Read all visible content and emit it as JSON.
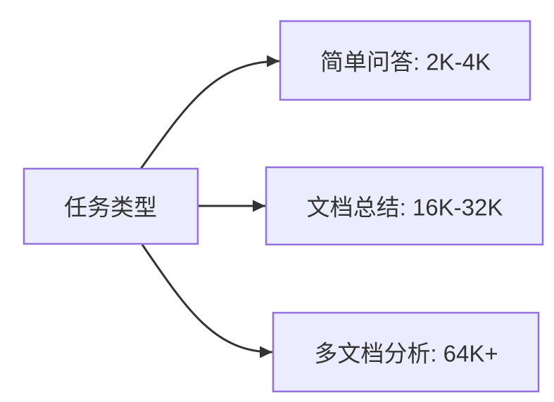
{
  "diagram": {
    "type": "flowchart-left-to-right",
    "root": {
      "label": "任务类型"
    },
    "branches": [
      {
        "id": "simple-qa",
        "label": "简单问答: 2K-4K"
      },
      {
        "id": "doc-summary",
        "label": "文档总结: 16K-32K"
      },
      {
        "id": "multi-doc-analysis",
        "label": "多文档分析: 64K+"
      }
    ],
    "colors": {
      "node_fill": "#ECECFF",
      "node_border": "#9370DB",
      "edge": "#333333",
      "text": "#333333",
      "background": "#ffffff"
    }
  }
}
